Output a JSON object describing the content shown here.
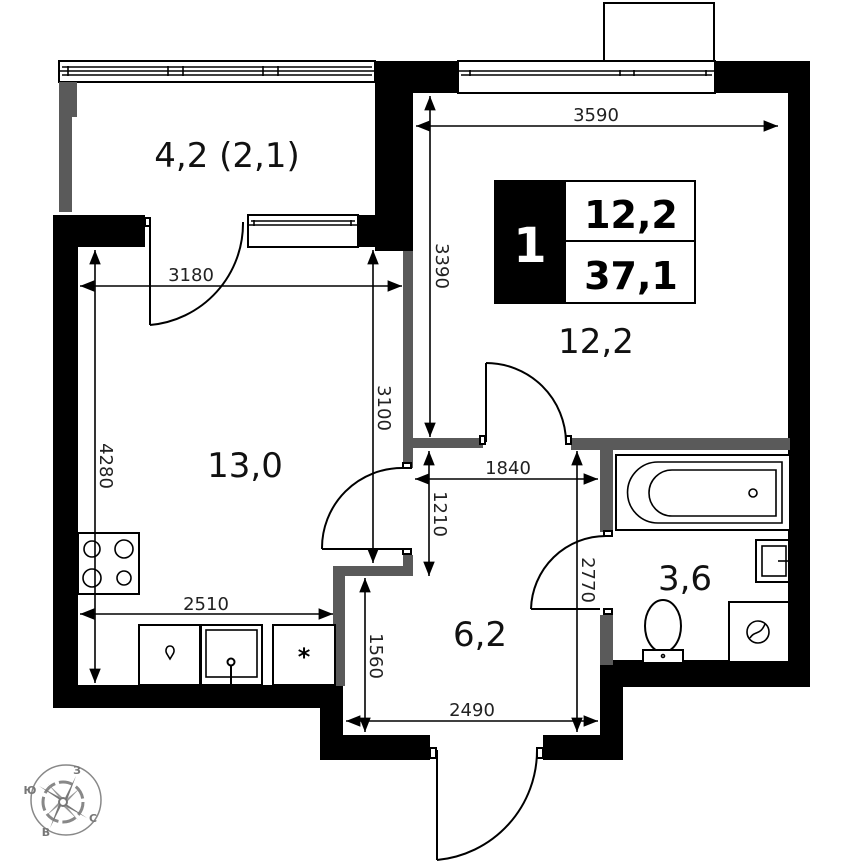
{
  "plan": {
    "summary_badge": {
      "rooms_count": "1",
      "living_area": "12,2",
      "total_area": "37,1"
    },
    "rooms": {
      "balcony": {
        "area": "4,2 (2,1)"
      },
      "bedroom": {
        "area": "12,2"
      },
      "kitchen": {
        "area": "13,0"
      },
      "hallway": {
        "area": "6,2"
      },
      "bathroom": {
        "area": "3,6"
      }
    },
    "dimensions": {
      "bedroom_width": "3590",
      "bedroom_depth": "3390",
      "kitchen_width_top": "3180",
      "kitchen_height_right": "3100",
      "kitchen_height_left": "4280",
      "kitchen_width_bottom": "2510",
      "hall_width_top": "1840",
      "hall_passage": "1210",
      "hall_height_right": "2770",
      "hall_height_left": "1560",
      "hall_width_bottom": "2490"
    },
    "compass": {
      "north": "С",
      "south": "Ю",
      "east": "В",
      "west": "З"
    },
    "colors": {
      "bearing_wall": "#000000",
      "partition_wall": "#5a5a5a",
      "background": "#ffffff"
    }
  }
}
